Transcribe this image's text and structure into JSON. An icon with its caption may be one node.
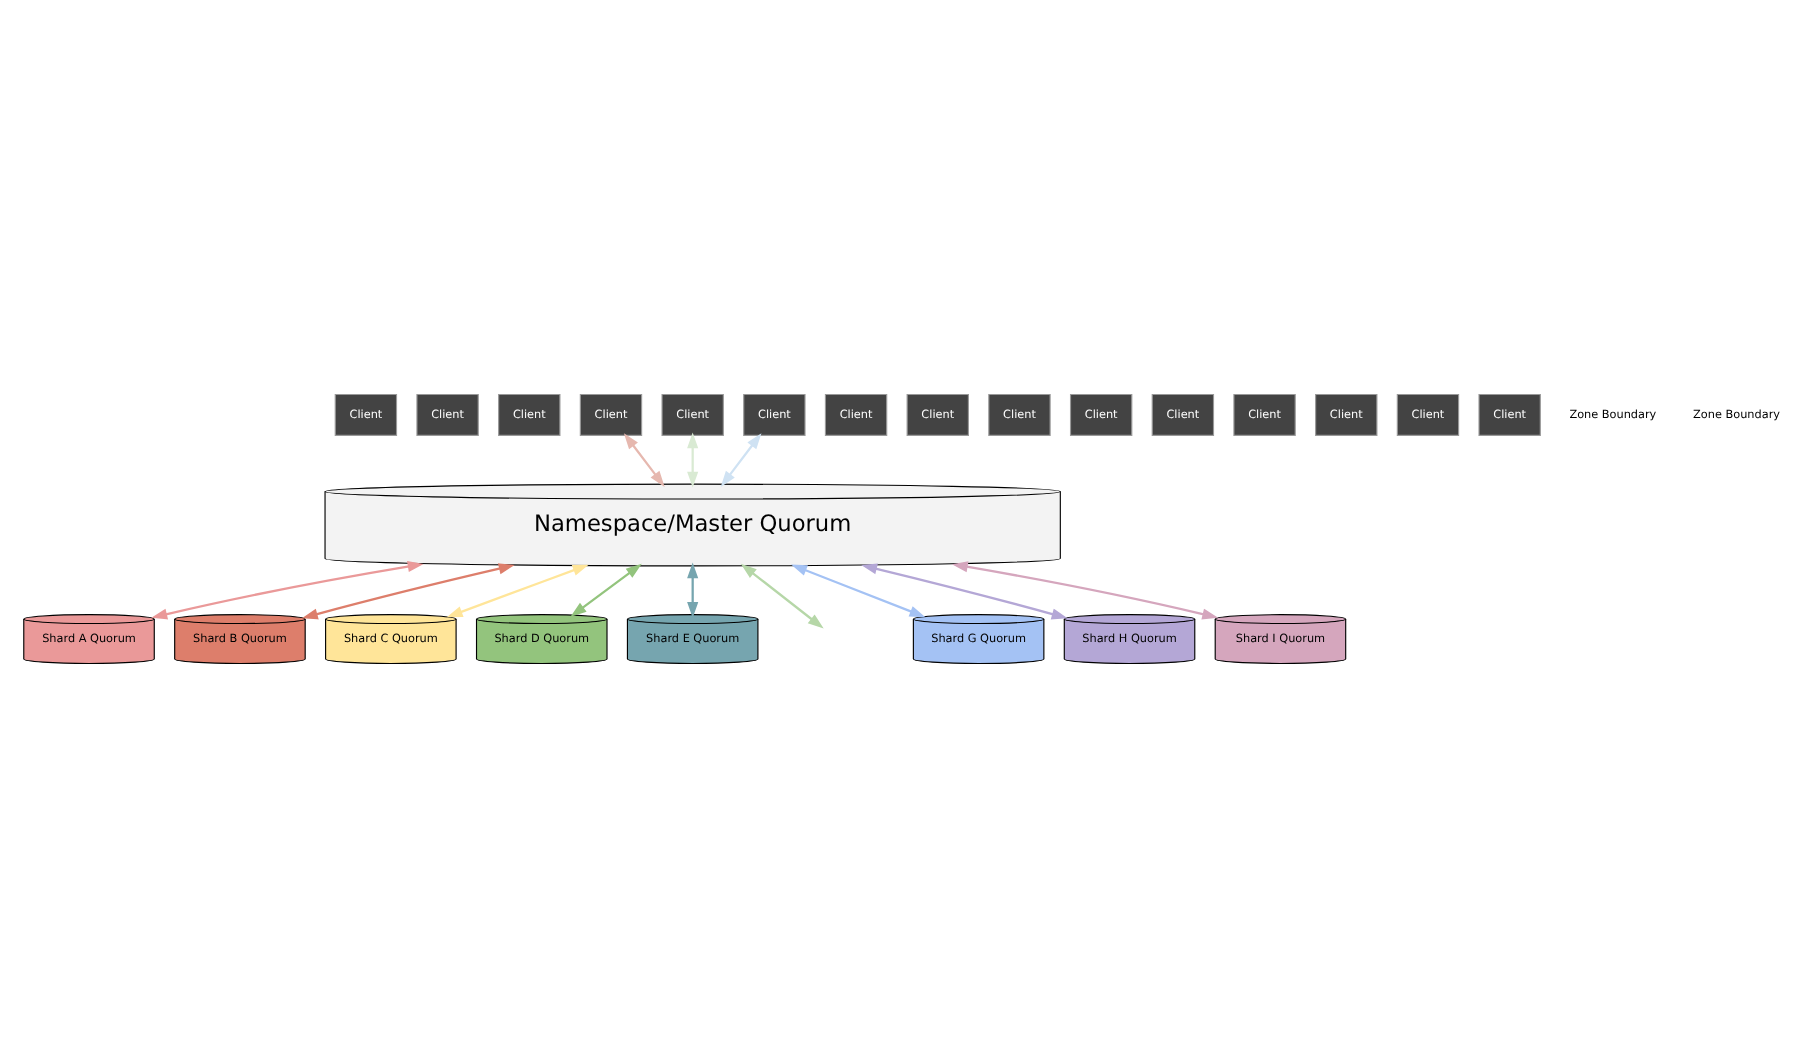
{
  "diagram": {
    "nodes": [
      {
        "text": [
          "Client"
        ]
      },
      {
        "text": [
          "Client"
        ]
      },
      {
        "text": [
          "Client"
        ]
      },
      {
        "text": [
          "Client"
        ]
      },
      {
        "text": [
          "Client"
        ]
      },
      {
        "text": [
          "Client"
        ]
      },
      {
        "text": [
          "Client"
        ]
      },
      {
        "text": [
          "Client"
        ]
      },
      {
        "text": [
          "Client"
        ]
      },
      {
        "text": [
          "Client"
        ]
      },
      {
        "text": [
          "Client"
        ]
      },
      {
        "text": [
          "Client"
        ]
      },
      {
        "text": [
          "Client"
        ]
      },
      {
        "text": [
          "Client"
        ]
      },
      {
        "text": [
          "Client"
        ]
      },
      {
        "text": [
          "Namespace/Master Quorum"
        ]
      },
      {
        "text": [
          "Shard A Quorum"
        ]
      },
      {
        "text": [
          "Shard D Quorum"
        ]
      },
      {
        "text": [
          "Shard G Quorum"
        ]
      },
      {
        "text": [
          "Shard B Quorum"
        ]
      },
      {
        "text": [
          "Shard E Quorum"
        ]
      },
      {
        "text": [
          "Shard H Quorum"
        ]
      },
      {
        "text": [
          "Shard C Quorum"
        ]
      },
      {
        "text": [
          "Shard I Quorum"
        ]
      }
    ],
    "edges": [
      {
        "from": 3,
        "to": 15,
        "arrow": "both",
        "color": "#e6b8af"
      },
      {
        "from": 8,
        "to": 15,
        "arrow": "both",
        "color": "#d9ead3"
      },
      {
        "from": 13,
        "to": 15,
        "arrow": "both",
        "color": "#cfe2f3"
      },
      {
        "from": 15,
        "to": 16,
        "arrow": "both",
        "color": "#ea9999"
      },
      {
        "from": 15,
        "to": 19,
        "arrow": "both",
        "color": "#dd7e6b"
      },
      {
        "from": 15,
        "to": 22,
        "arrow": "both",
        "color": "#ffe599"
      },
      {
        "from": 15,
        "to": 17,
        "arrow": "both",
        "color": "#93c47d"
      },
      {
        "from": 15,
        "to": 20,
        "arrow": "both",
        "color": "#76a5af"
      },
      {
        "from": 15,
        "to": null,
        "arrow": "both",
        "color": "#b6d7a8"
      },
      {
        "from": 15,
        "to": 18,
        "arrow": "both",
        "color": "#a4c2f4"
      },
      {
        "from": 15,
        "to": 21,
        "arrow": "both",
        "color": "#b4a7d6"
      },
      {
        "from": 15,
        "to": 23,
        "arrow": "both",
        "color": "#d5a6bd"
      }
    ],
    "labels": [
      "Zone Boundary",
      "Zone Boundary"
    ]
  }
}
